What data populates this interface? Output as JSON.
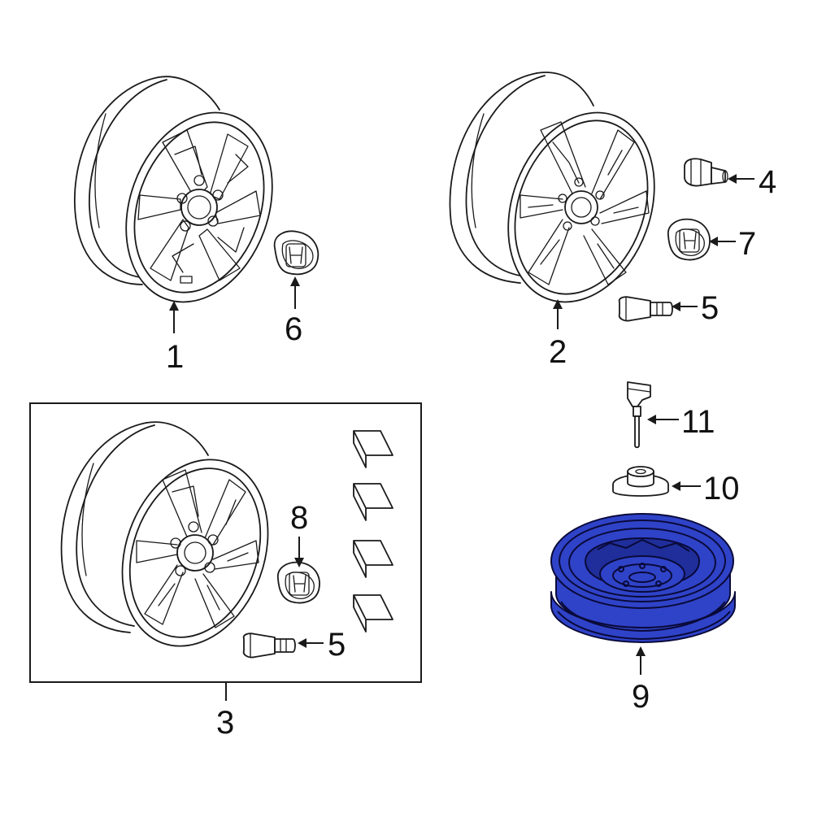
{
  "callouts": {
    "c1": "1",
    "c2": "2",
    "c3": "3",
    "c4": "4",
    "c5a": "5",
    "c5b": "5",
    "c6": "6",
    "c7": "7",
    "c8": "8",
    "c9": "9",
    "c10": "10",
    "c11": "11"
  },
  "colors": {
    "highlight": "#2f43c8",
    "line": "#1a1a1a",
    "background": "#ffffff"
  },
  "icons": {
    "emblem": "honda-h-emblem"
  }
}
